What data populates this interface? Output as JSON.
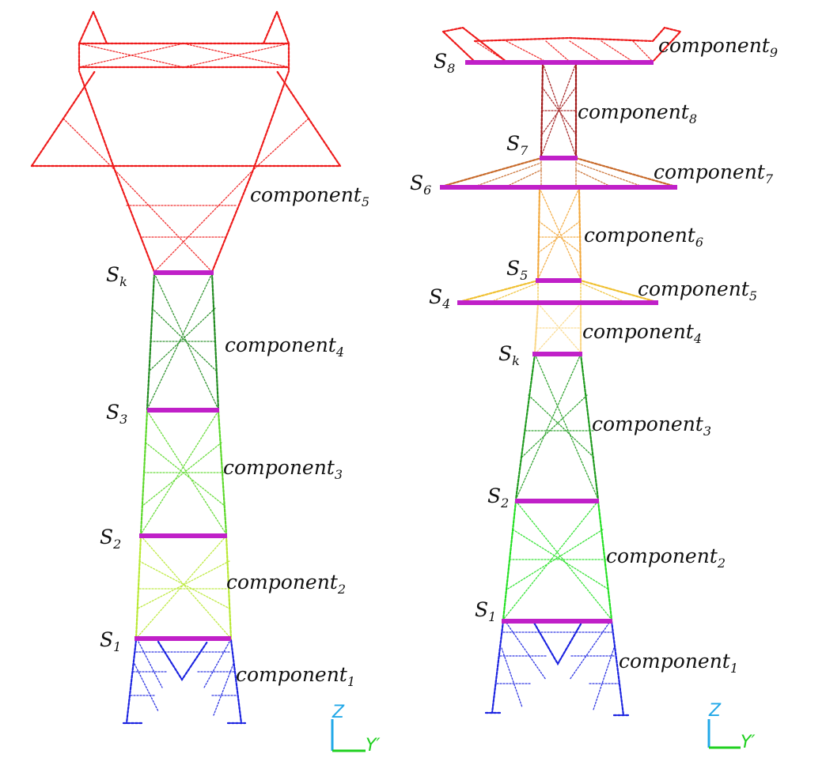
{
  "colors": {
    "section_line": "#c020c8",
    "axis_z": "#22a8e8",
    "axis_y": "#20d020",
    "c1": "#1a22e0",
    "c2_left": "#b8e830",
    "c3_left": "#5ad828",
    "c4_left": "#1e8a1e",
    "c5_left": "#ee1a1a",
    "c2_right": "#22e022",
    "c3_right": "#1e9a1e",
    "c4_right": "#fad88a",
    "c5_right": "#f0c030",
    "c6_right": "#f2a638",
    "c7_right": "#c86a2a",
    "c8_right": "#a01818",
    "c9_right": "#ee1a1a"
  },
  "left_tower": {
    "sections": [
      {
        "name": "S",
        "sub": "1"
      },
      {
        "name": "S",
        "sub": "2"
      },
      {
        "name": "S",
        "sub": "3"
      },
      {
        "name": "S",
        "sub": "k"
      }
    ],
    "components": [
      {
        "name": "component",
        "sub": "1"
      },
      {
        "name": "component",
        "sub": "2"
      },
      {
        "name": "component",
        "sub": "3"
      },
      {
        "name": "component",
        "sub": "4"
      },
      {
        "name": "component",
        "sub": "5"
      }
    ],
    "axis": {
      "z": "Z",
      "y": "Y′"
    }
  },
  "right_tower": {
    "sections": [
      {
        "name": "S",
        "sub": "1"
      },
      {
        "name": "S",
        "sub": "2"
      },
      {
        "name": "S",
        "sub": "k"
      },
      {
        "name": "S",
        "sub": "4"
      },
      {
        "name": "S",
        "sub": "5"
      },
      {
        "name": "S",
        "sub": "6"
      },
      {
        "name": "S",
        "sub": "7"
      },
      {
        "name": "S",
        "sub": "8"
      }
    ],
    "components": [
      {
        "name": "component",
        "sub": "1"
      },
      {
        "name": "component",
        "sub": "2"
      },
      {
        "name": "component",
        "sub": "3"
      },
      {
        "name": "component",
        "sub": "4"
      },
      {
        "name": "component",
        "sub": "5"
      },
      {
        "name": "component",
        "sub": "6"
      },
      {
        "name": "component",
        "sub": "7"
      },
      {
        "name": "component",
        "sub": "8"
      },
      {
        "name": "component",
        "sub": "9"
      }
    ],
    "axis": {
      "z": "Z",
      "y": "Y′"
    }
  }
}
